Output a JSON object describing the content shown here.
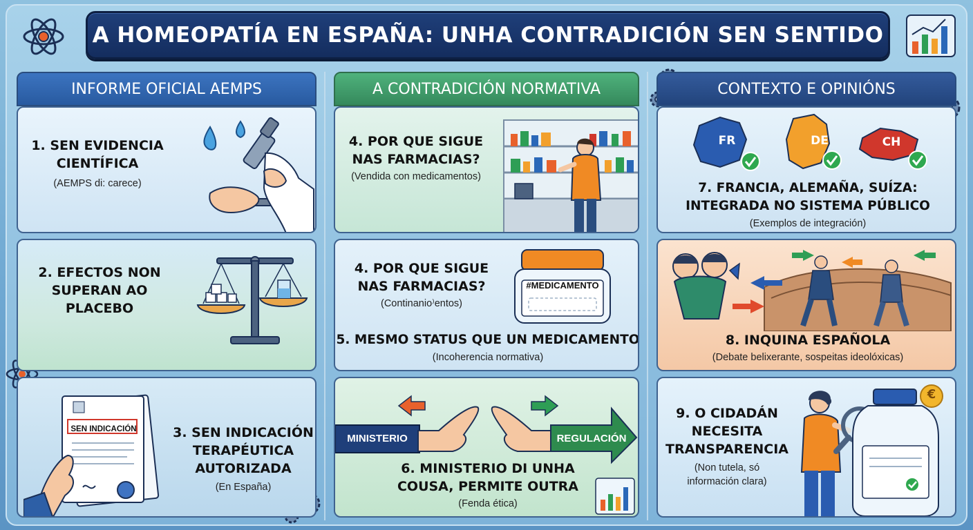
{
  "title": "A HOMEOPATÍA EN ESPAÑA: UNHA CONTRADICIÓN SEN SENTIDO",
  "columns": [
    {
      "header": "INFORME OFICIAL AEMPS"
    },
    {
      "header": "A CONTRADICIÓN NORMATIVA"
    },
    {
      "header": "CONTEXTO E OPINIÓNS"
    }
  ],
  "panels": {
    "p1": {
      "title_lines": [
        "1. SEN EVIDENCIA",
        "CIENTÍFICA"
      ],
      "sub": "(AEMPS di: carece)"
    },
    "p2": {
      "title_lines": [
        "2. EFECTOS NON",
        "SUPERAN AO",
        "PLACEBO"
      ]
    },
    "p3": {
      "title_lines": [
        "3. SEN INDICACIÓN",
        "TERAPÉUTICA",
        "AUTORIZADA"
      ],
      "sub": "(En España)",
      "doc_label": "SEN INDICACIÓN"
    },
    "p4": {
      "title_lines": [
        "4. POR QUE SIGUE",
        "NAS FARMACIAS?"
      ],
      "sub": "(Vendida con medicamentos)"
    },
    "p5": {
      "title_lines": [
        "4. POR QUE SIGUE",
        "NAS FARMACIAS?"
      ],
      "sub": "(Continanio⁾entos)",
      "jar_label": "#MEDICAMENTO",
      "title2": "5. MESMO STATUS QUE UN MEDICAMENTO",
      "sub2": "(Incoherencia normativa)"
    },
    "p6": {
      "left_tag": "MINISTERIO",
      "right_tag": "REGULACIÓN",
      "title_lines": [
        "6. MINISTERIO DI UNHA",
        "COUSA, PERMITE OUTRA"
      ],
      "sub": "(Fenda ética)"
    },
    "p7": {
      "countries": [
        "FR",
        "DE",
        "CH"
      ],
      "title_lines": [
        "7. FRANCIA, ALEMAÑA, SUÍZA:",
        "INTEGRADA NO SISTEMA PÚBLICO"
      ],
      "sub": "(Exemplos de integración)"
    },
    "p8": {
      "title": "8. INQUINA ESPAÑOLA",
      "sub": "(Debate belixerante, sospeitas ideolóxicas)"
    },
    "p9": {
      "title_lines": [
        "9. O CIDADÁN",
        "NECESITA",
        "TRANSPARENCIA"
      ],
      "sub_lines": [
        "(Non tutela, só",
        "información clara)"
      ],
      "coin": "€"
    }
  },
  "colors": {
    "title_bg": "#1a3670",
    "header_blue": "#2d5fa6",
    "header_green": "#3f9a6a",
    "header_navy": "#294c8c",
    "accent_orange": "#f08a24",
    "accent_green": "#2fa84f"
  }
}
